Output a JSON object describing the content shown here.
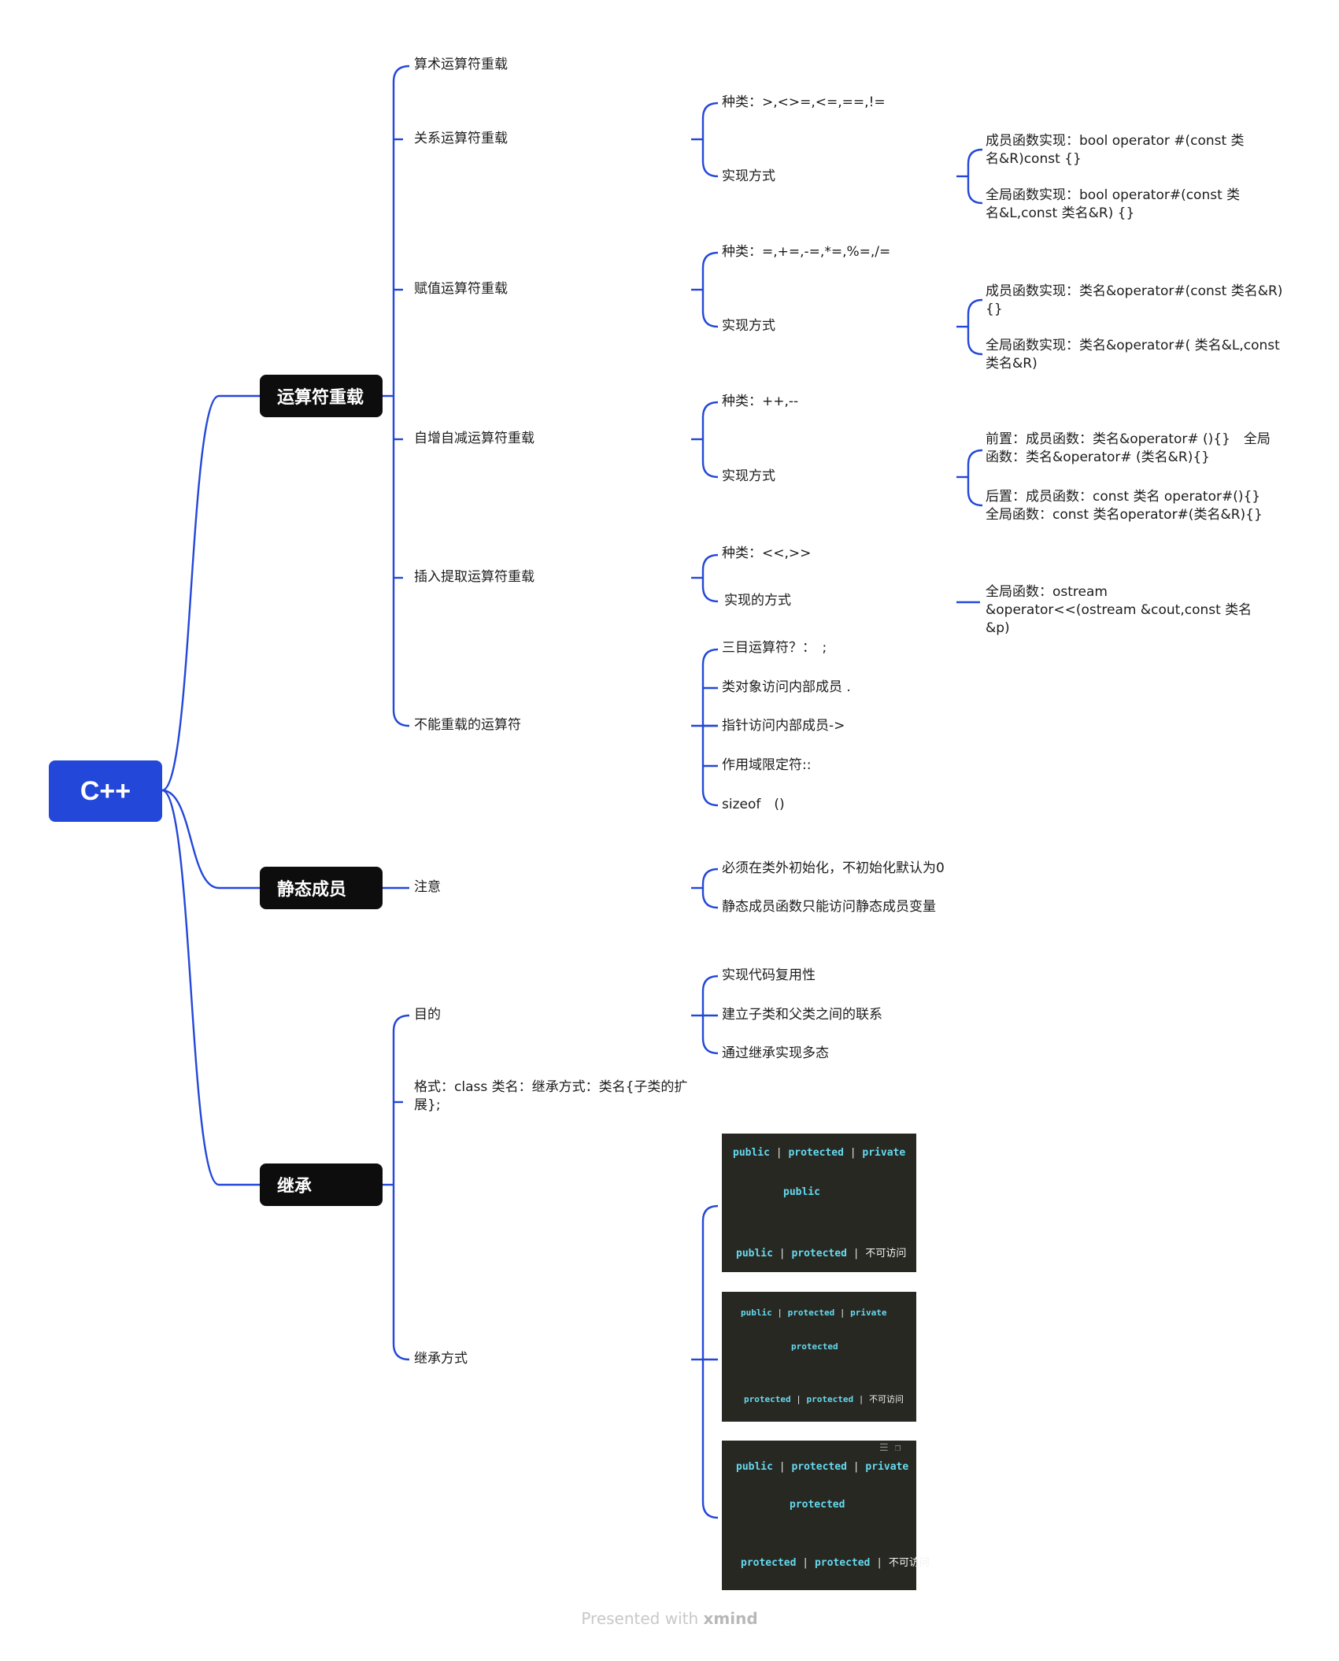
{
  "root": "C++",
  "op": {
    "title": "运算符重载",
    "arith": "算术运算符重载",
    "rel": "关系运算符重载",
    "rel_kind": "种类：>,<>=,<=,==,!=",
    "rel_impl": "实现方式",
    "rel_member": "成员函数实现：bool operator #(const 类名&R)const {}",
    "rel_global": "全局函数实现：bool operator#(const 类名&L,const 类名&R) {}",
    "assign": "赋值运算符重载",
    "assign_kind": "种类：=,+=,-=,*=,%=,/=",
    "assign_impl": "实现方式",
    "assign_member": "成员函数实现：类名&operator#(const 类名&R) {}",
    "assign_global": "全局函数实现：类名&operator#( 类名&L,const 类名&R)",
    "incdec": "自增自减运算符重载",
    "incdec_kind": "种类：++,--",
    "incdec_impl": "实现方式",
    "incdec_pre": "前置：成员函数：类名&operator# (){}　全局函数：类名&operator# (类名&R){}",
    "incdec_post": "后置：成员函数：const 类名 operator#(){}　全局函数：const 类名operator#(类名&R){}",
    "io": "插入提取运算符重载",
    "io_kind": "种类：<<,>>",
    "io_impl": "实现的方式",
    "io_global": "全局函数：ostream &operator<<(ostream &cout,const 类名&p)",
    "nono": "不能重载的运算符",
    "nono_items": [
      "三目运算符？：　;",
      "类对象访问内部成员 .",
      "指针访问内部成员->",
      "作用域限定符::",
      "sizeof　()"
    ]
  },
  "static": {
    "title": "静态成员",
    "note": "注意",
    "items": [
      "必须在类外初始化，不初始化默认为0",
      "静态成员函数只能访问静态成员变量"
    ]
  },
  "inherit": {
    "title": "继承",
    "purpose": "目的",
    "purpose_items": [
      "实现代码复用性",
      "建立子类和父类之间的联系",
      "通过继承实现多态"
    ],
    "format": "格式：class 类名：继承方式：类名{子类的扩展};",
    "mode": "继承方式",
    "tables": [
      {
        "header": [
          "public",
          "protected",
          "private"
        ],
        "mode": "public",
        "result": [
          "public",
          "protected",
          "不可访问"
        ]
      },
      {
        "header": [
          "public",
          "protected",
          "private"
        ],
        "mode": "protected",
        "result": [
          "protected",
          "protected",
          "不可访问"
        ]
      },
      {
        "header": [
          "public",
          "protected",
          "private"
        ],
        "mode": "protected",
        "result": [
          "protected",
          "protected",
          "不可访问"
        ]
      }
    ]
  },
  "footer": {
    "prefix": "Presented with",
    "brand": "xmind"
  },
  "colors": {
    "root": "#2347d9",
    "line": "#2347d9",
    "main": "#0d0d0d",
    "code_bg": "#272822",
    "keyword": "#66d9ef"
  }
}
